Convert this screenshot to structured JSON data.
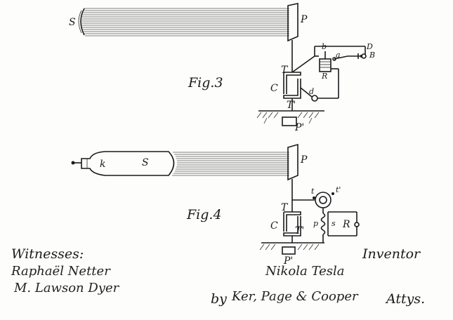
{
  "figures": {
    "fig3": {
      "title": "Fig.3",
      "labels": {
        "source": "S",
        "plate": "P",
        "terminal_top": "T",
        "condenser": "C",
        "terminal_bottom": "T'",
        "ground_plate": "P'",
        "relay": "R",
        "contact_a": "a",
        "contact_b": "b",
        "device": "D",
        "battery": "B",
        "point_d": "d"
      }
    },
    "fig4": {
      "title": "Fig.4",
      "labels": {
        "cathode": "k",
        "tube": "S",
        "plate": "P",
        "terminal_top": "T",
        "condenser": "C",
        "terminal_bottom": "T'",
        "ground_plate": "P'",
        "switch_t": "t",
        "switch_t2": "t'",
        "primary": "p",
        "secondary": "s",
        "receiver": "R"
      }
    }
  },
  "witnesses": {
    "heading": "Witnesses:",
    "names": [
      "Raphaël Netter",
      "M. Lawson Dyer"
    ]
  },
  "inventor": {
    "heading": "Inventor",
    "signature": "Nikola Tesla"
  },
  "attorneys": {
    "by": "by",
    "names": "Ker, Page & Cooper",
    "suffix": "Attys."
  }
}
